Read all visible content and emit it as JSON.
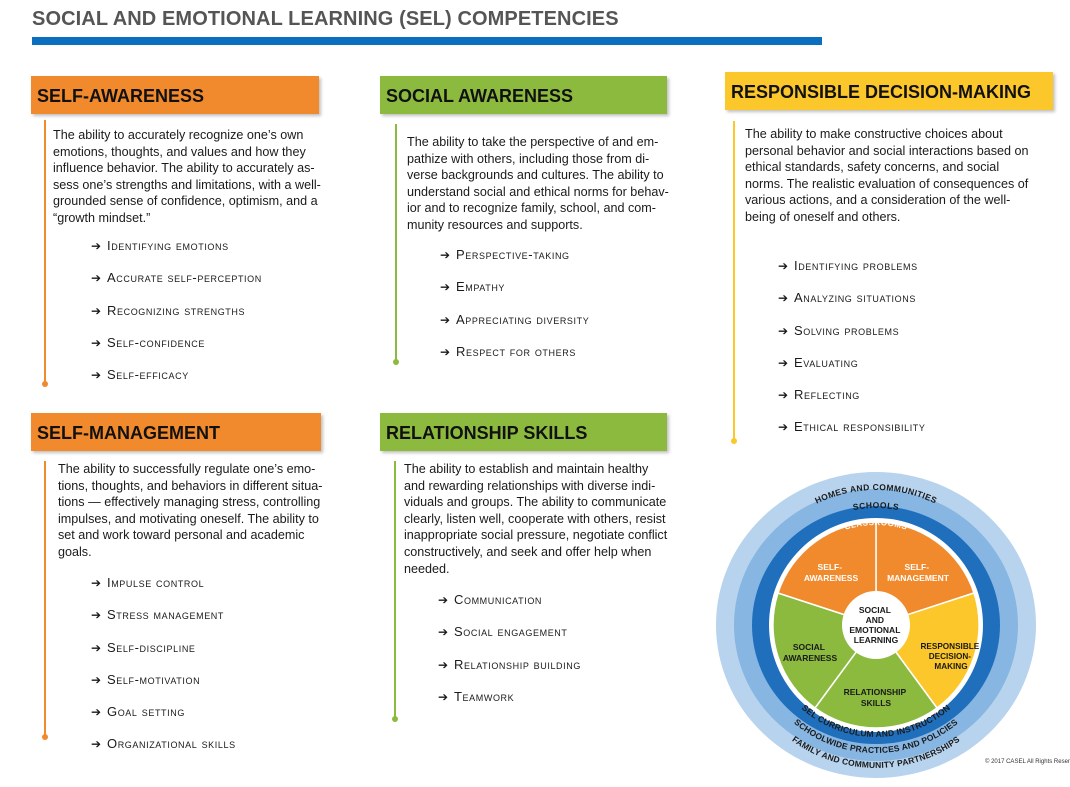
{
  "title": "SOCIAL AND EMOTIONAL LEARNING (SEL) COMPETENCIES",
  "sections": {
    "self_awareness": {
      "heading": "SELF-AWARENESS",
      "description": [
        "The ability to accurately recognize one’s own",
        "emotions, thoughts, and values and how they",
        "influence behavior. The ability to accurately as-",
        "sess one’s strengths and limitations, with a well-",
        "grounded sense of confidence, optimism, and a",
        "“growth mindset.”"
      ],
      "skills": [
        "Identifying emotions",
        "Accurate self-perception",
        "Recognizing strengths",
        "Self-confidence",
        "Self-efficacy"
      ]
    },
    "self_management": {
      "heading": "SELF-MANAGEMENT",
      "description": [
        "The ability to successfully regulate one’s emo-",
        "tions, thoughts, and behaviors in different situa-",
        "tions — effectively managing stress, controlling",
        "impulses, and motivating oneself. The ability to",
        "set and work toward personal and academic",
        "goals."
      ],
      "skills": [
        "Impulse control",
        "Stress management",
        "Self-discipline",
        "Self-motivation",
        "Goal setting",
        "Organizational skills"
      ]
    },
    "social_awareness": {
      "heading": "SOCIAL AWARENESS",
      "description": [
        "The ability to take the perspective of and em-",
        "pathize with others, including those from di-",
        "verse backgrounds and cultures. The ability to",
        "understand social and ethical norms for behav-",
        "ior and to recognize family, school, and com-",
        "munity resources and supports."
      ],
      "skills": [
        "Perspective-taking",
        "Empathy",
        "Appreciating diversity",
        "Respect for others"
      ]
    },
    "relationship_skills": {
      "heading": "RELATIONSHIP SKILLS",
      "description": [
        "The ability to establish and maintain healthy",
        "and rewarding relationships with diverse indi-",
        "viduals and groups. The ability to communicate",
        "clearly, listen well, cooperate with others, resist",
        "inappropriate social pressure, negotiate conflict",
        "constructively, and seek and offer help when",
        "needed."
      ],
      "skills": [
        "Communication",
        "Social engagement",
        "Relationship building",
        "Teamwork"
      ]
    },
    "responsible_decision_making": {
      "heading": "RESPONSIBLE DECISION-MAKING",
      "description": [
        "The ability to make constructive choices about",
        "personal behavior and social interactions based on",
        "ethical standards, safety concerns, and social",
        "norms. The realistic evaluation of consequences of",
        "various actions, and a consideration of the well-",
        "being of oneself and others."
      ],
      "skills": [
        "Identifying problems",
        "Analyzing situations",
        "Solving problems",
        "Evaluating",
        "Reflecting",
        "Ethical responsibility"
      ]
    }
  },
  "wheel": {
    "center": [
      "SOCIAL",
      "AND",
      "EMOTIONAL",
      "LEARNING"
    ],
    "segments": {
      "self_awareness": [
        "SELF-",
        "AWARENESS"
      ],
      "self_management": [
        "SELF-",
        "MANAGEMENT"
      ],
      "responsible_decision_making": [
        "RESPONSIBLE",
        "DECISION-",
        "MAKING"
      ],
      "relationship_skills": [
        "RELATIONSHIP",
        "SKILLS"
      ],
      "social_awareness": [
        "SOCIAL",
        "AWARENESS"
      ]
    },
    "rings": {
      "homes_and_communities": "HOMES AND COMMUNITIES",
      "schools": "SCHOOLS",
      "classrooms": "CLASSROOMS",
      "sel_curriculum": "SEL CURRICULUM AND INSTRUCTION",
      "schoolwide_practices": "SCHOOLWIDE PRACTICES AND POLICIES",
      "family_partnerships": "FAMILY AND COMMUNITY PARTNERSHIPS"
    }
  },
  "copyright": "© 2017 CASEL All Rights Reser",
  "colors": {
    "orange": "#f08a2c",
    "green": "#8cba3f",
    "yellow": "#fcc72a",
    "blue": "#0a6fbf"
  }
}
